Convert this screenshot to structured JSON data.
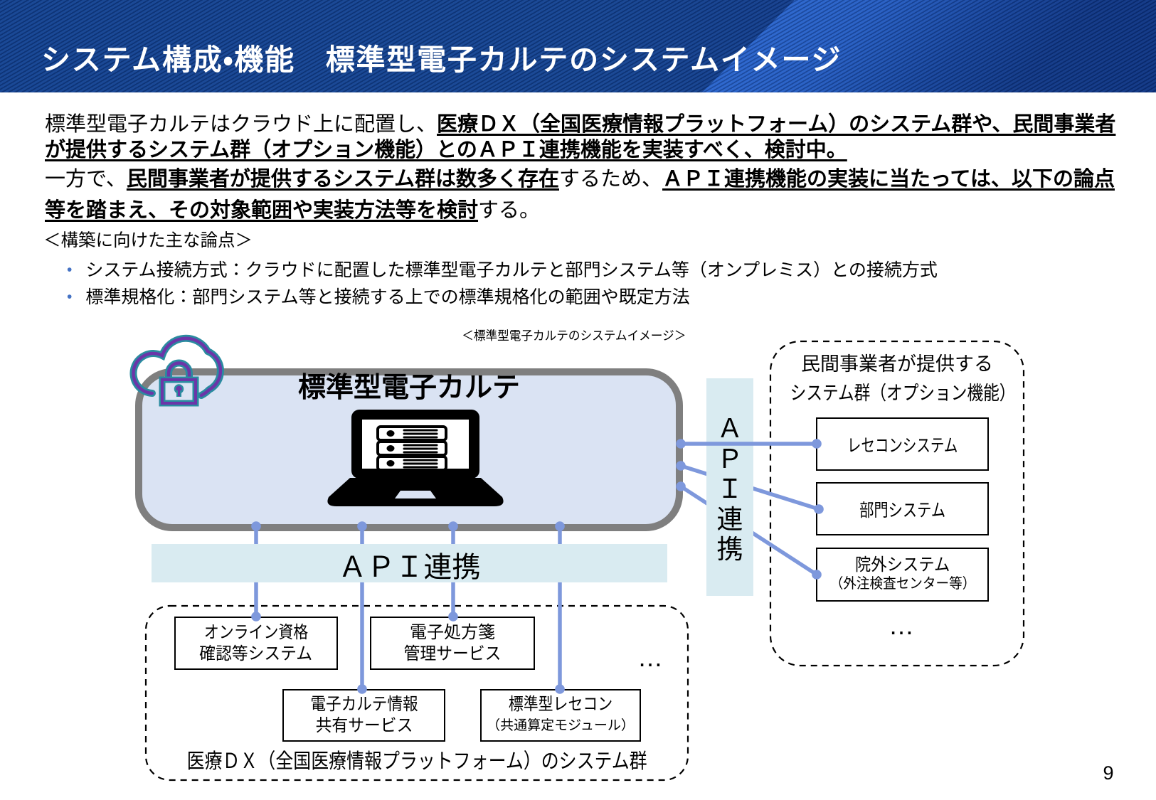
{
  "header": {
    "title": "システム構成・機能　標準型電子カルテのシステムイメージ"
  },
  "intro": {
    "p1_runs": [
      {
        "text": "標準型電子カルテはクラウド上に配置し、",
        "emphasis": false
      },
      {
        "text": "医療ＤＸ（全国医療情報プラットフォーム）のシステム群や、民間事業者が提供するシステム群（オプション機能）とのＡＰＩ連携機能を実装すべく、検討中。",
        "emphasis": true
      }
    ],
    "p2_runs": [
      {
        "text": "一方で、",
        "emphasis": false
      },
      {
        "text": "民間事業者が提供するシステム群は数多く存在",
        "emphasis": true
      },
      {
        "text": "するため、",
        "emphasis": false
      },
      {
        "text": "ＡＰＩ連携機能の実装に当たっては、以下の論点等を踏まえ、その対象範囲や実装方法等を検討",
        "emphasis": true
      },
      {
        "text": "する。",
        "emphasis": false
      }
    ],
    "points_heading": "＜構築に向けた主な論点＞",
    "bullet_char": "•",
    "bullets": [
      "システム接続方式：クラウドに配置した標準型電子カルテと部門システム等（オンプレミス）との接続方式",
      "標準規格化：部門システム等と接続する上での標準規格化の範囲や既定方法"
    ]
  },
  "diagram": {
    "caption": "＜標準型電子カルテのシステムイメージ＞",
    "ehr_box": {
      "title": "標準型電子カルテ"
    },
    "api_link_vertical": "ＡＰＩ連携",
    "api_link_horizontal": "ＡＰＩ連携",
    "private_group": {
      "title_line1": "民間事業者が提供する",
      "title_line2": "システム群（オプション機能）",
      "boxes": [
        {
          "line1": "レセコンシステム",
          "line2": ""
        },
        {
          "line1": "部門システム",
          "line2": ""
        },
        {
          "line1": "院外システム",
          "line2": "（外注検査センター等）"
        }
      ],
      "ellipsis": "…"
    },
    "dx_group": {
      "label": "医療ＤＸ（全国医療情報プラットフォーム）のシステム群",
      "boxes": [
        {
          "line1": "オンライン資格",
          "line2": "確認等システム"
        },
        {
          "line1": "電子処方箋",
          "line2": "管理サービス"
        },
        {
          "line1": "電子カルテ情報",
          "line2": "共有サービス"
        },
        {
          "line1": "標準型レセコン",
          "line2": "（共通算定モジュール）"
        }
      ],
      "ellipsis": "…"
    }
  },
  "page": {
    "number": "9"
  },
  "colors": {
    "header_blue": "#133f8d",
    "header_band_blue": "#2d69d0",
    "ehr_box_fill": "#dae3f3",
    "ehr_box_border": "#7f7f7f",
    "api_band_fill": "#d9ebf1",
    "connector": "#7e98dc",
    "bullet": "#4472c4",
    "cloud_teal": "#2b8ba0",
    "cloud_purple": "#6c35a8"
  }
}
